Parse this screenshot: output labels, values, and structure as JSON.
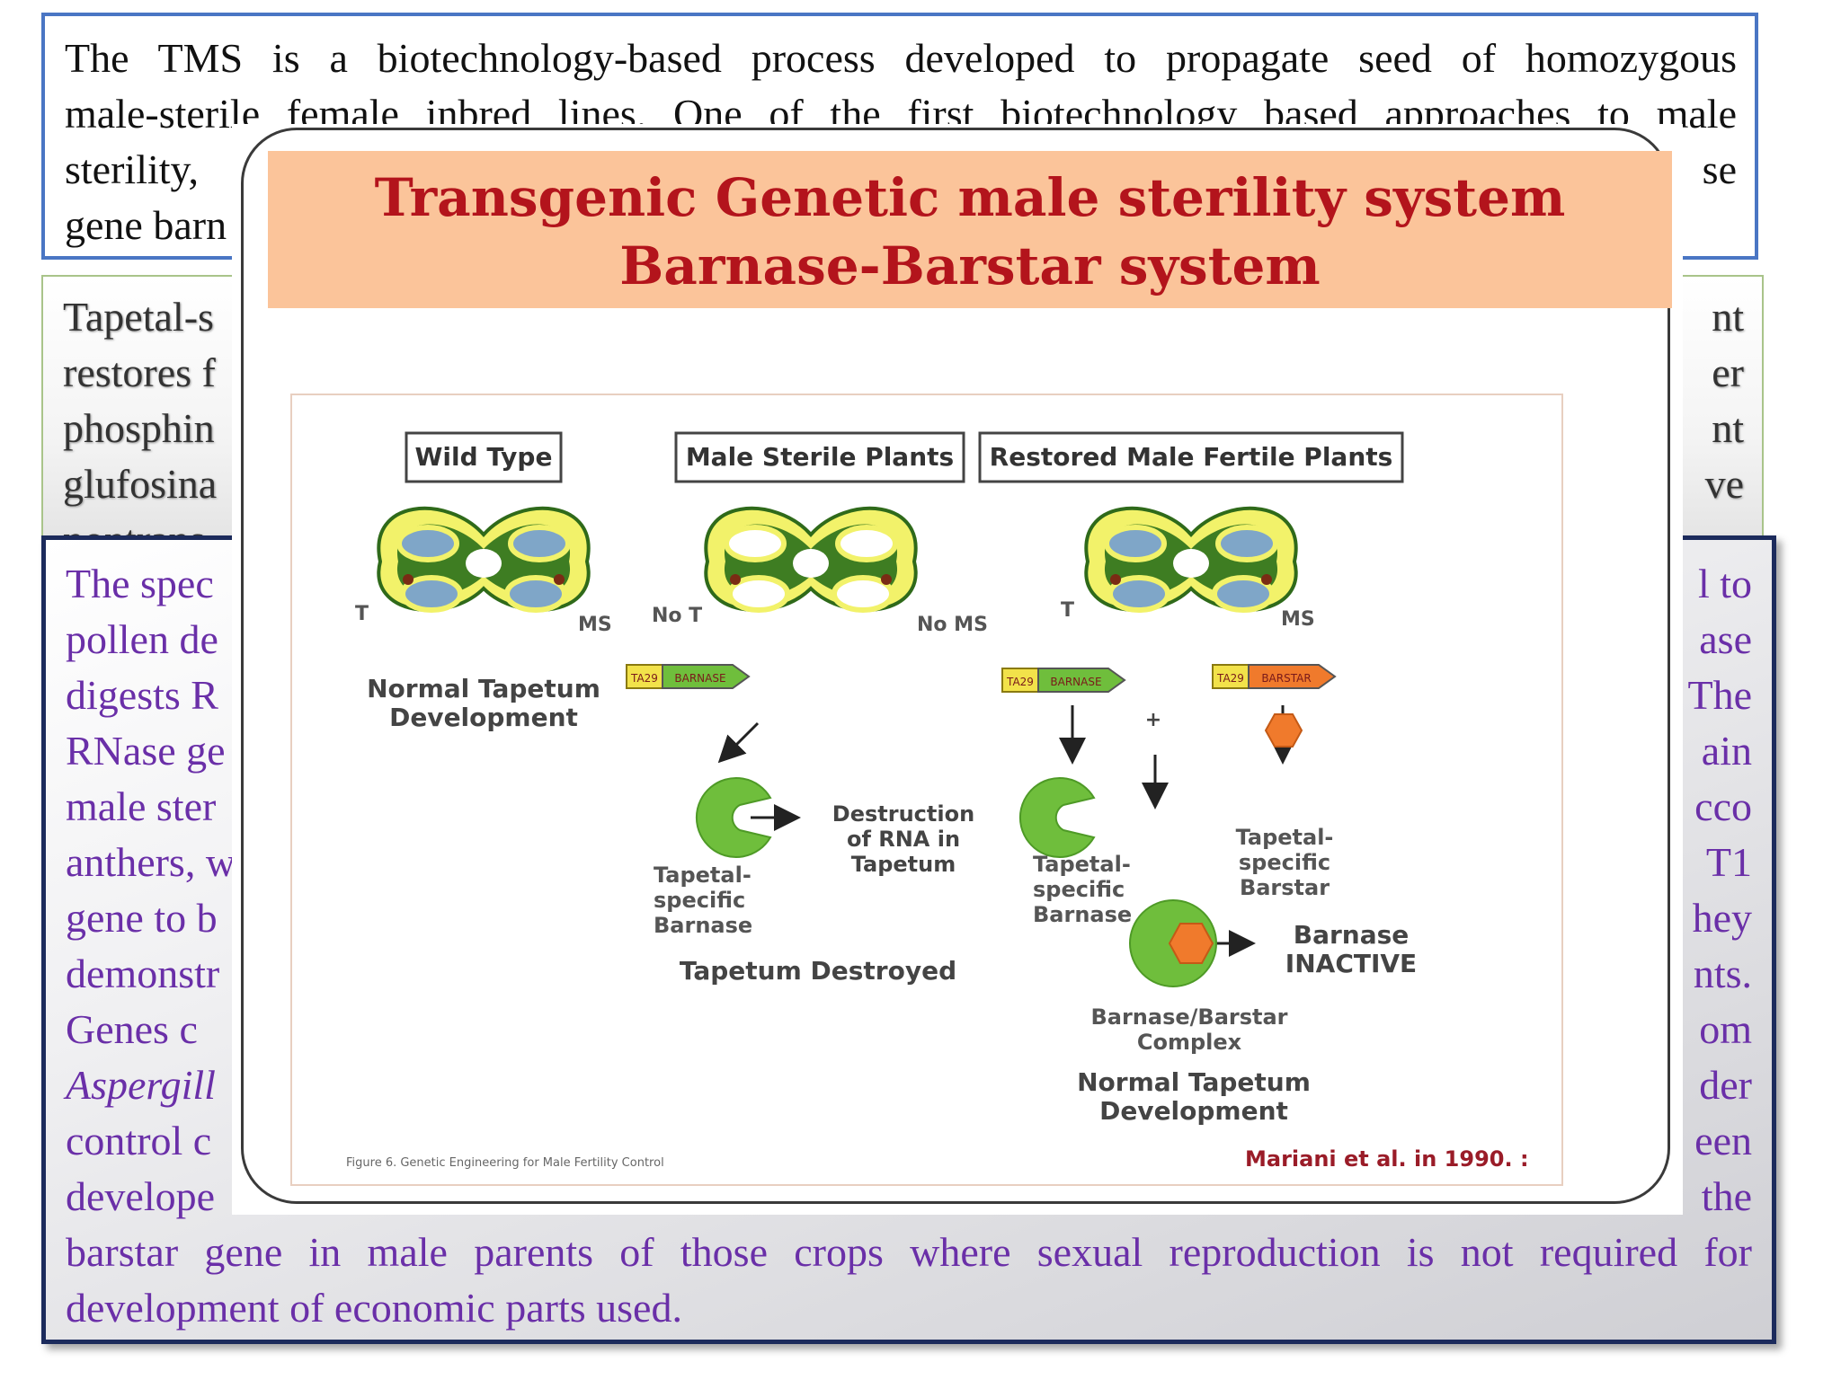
{
  "background_text": {
    "box1": [
      "The TMS is a biotechnology-based process developed to propagate seed of homozygous",
      "male-sterile female inbred lines. One of the first biotechnology based approaches to male",
      "sterility,",
      "se",
      "gene barn"
    ],
    "box2": [
      "Tapetal-s",
      "restores f",
      "phosphin",
      "glufosina",
      "nontrans",
      "nt",
      "er",
      "nt",
      "ve"
    ],
    "box3_left": [
      "The spec",
      "pollen de",
      "digests R",
      "RNase ge",
      "male ster",
      "anthers, w",
      "gene to b",
      "demonstr",
      "Genes c",
      "Aspergill",
      "control c",
      "develope"
    ],
    "box3_right": [
      "l to",
      "ase",
      "The",
      "ain",
      "cco",
      "T1",
      "hey",
      "nts.",
      "om",
      "der",
      "een",
      "the"
    ],
    "box3_full": [
      "barstar gene in male parents of those crops where sexual reproduction is not required for",
      "development of economic parts used."
    ]
  },
  "overlay": {
    "title_line1": "Transgenic Genetic male sterility system",
    "title_line2": "Barnase-Barstar system"
  },
  "diagram": {
    "headers": [
      "Wild Type",
      "Male Sterile Plants",
      "Restored Male Fertile Plants"
    ],
    "anther_labels": {
      "wt_left": "T",
      "wt_right": "MS",
      "ms_left": "No T",
      "ms_right": "No MS",
      "rf_left": "T",
      "rf_right": "MS"
    },
    "genes": {
      "promoter": "TA29",
      "barnase": "BARNASE",
      "barstar": "BARSTAR"
    },
    "normal_dev_1": [
      "Normal Tapetum",
      "Development"
    ],
    "destruction": [
      "Destruction",
      "of RNA in",
      "Tapetum"
    ],
    "tapetal_barnase": [
      "Tapetal-",
      "specific",
      "Barnase"
    ],
    "tapetal_barstar": [
      "Tapetal-",
      "specific",
      "Barstar"
    ],
    "tapetum_destroyed": "Tapetum Destroyed",
    "plus": "+",
    "barnase_inactive": [
      "Barnase",
      "INACTIVE"
    ],
    "complex": [
      "Barnase/Barstar",
      "Complex"
    ],
    "normal_dev_2": [
      "Normal Tapetum",
      "Development"
    ],
    "caption": "Figure 6. Genetic Engineering for Male Fertility Control",
    "citation": "Mariani et al. in 1990. :"
  },
  "colors": {
    "box1_border": "#4a76c4",
    "box2_border": "#a9c48a",
    "box3_border": "#1c2b5c",
    "box3_text": "#6a2fa8",
    "banner_bg": "#fbc49a",
    "title_red": "#b3141c",
    "anther_green": "#3e7d22",
    "anther_yellow": "#f2f26a",
    "barnase_green": "#6fbe3c",
    "barstar_orange": "#f07a2c"
  }
}
